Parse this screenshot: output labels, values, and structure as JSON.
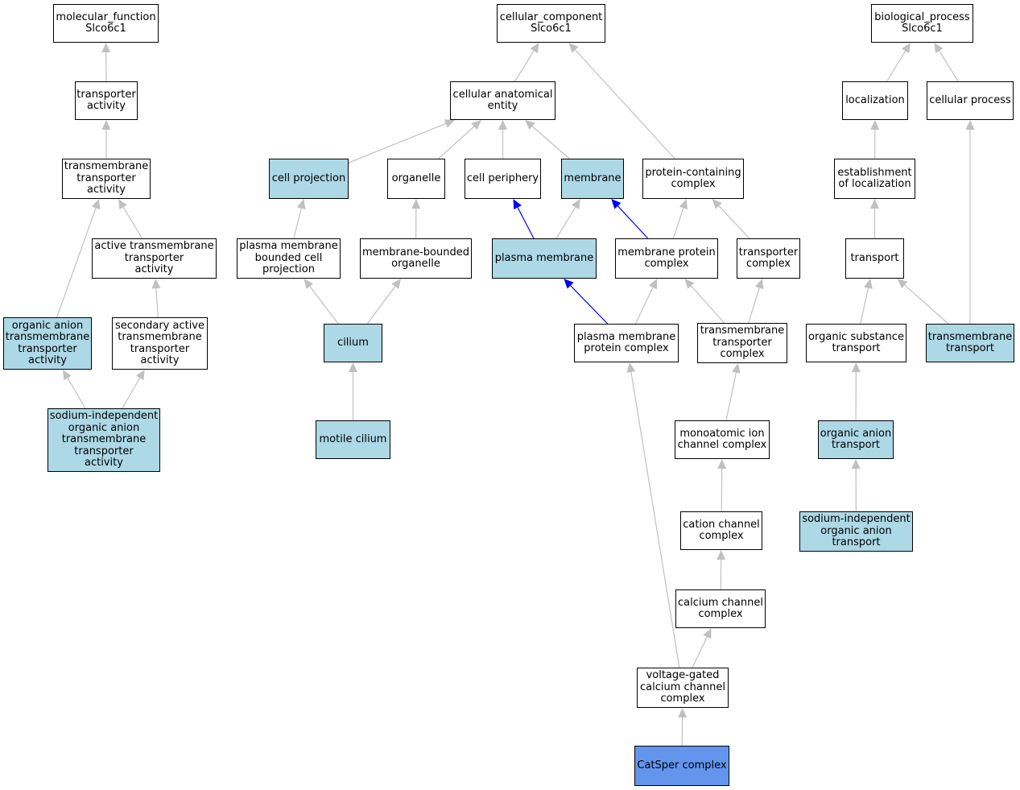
{
  "colors": {
    "highlight": "#add8e6",
    "selected": "#6495ed",
    "edge_default": "#c0c0c0",
    "edge_path": "#0000ff"
  },
  "nodes": [
    {
      "id": "mf",
      "label": "molecular_function\nSlco6c1",
      "style": "plain"
    },
    {
      "id": "ta",
      "label": "transporter\nactivity",
      "style": "plain"
    },
    {
      "id": "tmta",
      "label": "transmembrane\ntransporter\nactivity",
      "style": "plain"
    },
    {
      "id": "atta",
      "label": "active transmembrane\ntransporter\nactivity",
      "style": "plain"
    },
    {
      "id": "oata",
      "label": "organic anion\ntransmembrane\ntransporter\nactivity",
      "style": "light"
    },
    {
      "id": "sata",
      "label": "secondary active\ntransmembrane\ntransporter\nactivity",
      "style": "plain"
    },
    {
      "id": "sioa",
      "label": "sodium-independent\norganic anion\ntransmembrane\ntransporter\nactivity",
      "style": "light"
    },
    {
      "id": "cc",
      "label": "cellular_component\nSlco6c1",
      "style": "plain"
    },
    {
      "id": "cae",
      "label": "cellular anatomical\nentity",
      "style": "plain"
    },
    {
      "id": "cp",
      "label": "cell projection",
      "style": "light"
    },
    {
      "id": "org",
      "label": "organelle",
      "style": "plain"
    },
    {
      "id": "cper",
      "label": "cell periphery",
      "style": "plain"
    },
    {
      "id": "mem",
      "label": "membrane",
      "style": "light"
    },
    {
      "id": "pcc",
      "label": "protein-containing\ncomplex",
      "style": "plain"
    },
    {
      "id": "pmbcp",
      "label": "plasma membrane\nbounded cell\nprojection",
      "style": "plain"
    },
    {
      "id": "mbo",
      "label": "membrane-bounded\norganelle",
      "style": "plain"
    },
    {
      "id": "pm",
      "label": "plasma membrane",
      "style": "light"
    },
    {
      "id": "mpc",
      "label": "membrane protein\ncomplex",
      "style": "plain"
    },
    {
      "id": "tc",
      "label": "transporter\ncomplex",
      "style": "plain"
    },
    {
      "id": "cil",
      "label": "cilium",
      "style": "light"
    },
    {
      "id": "pmpc",
      "label": "plasma membrane\nprotein complex",
      "style": "plain"
    },
    {
      "id": "tmtc",
      "label": "transmembrane\ntransporter\ncomplex",
      "style": "plain"
    },
    {
      "id": "mcil",
      "label": "motile cilium",
      "style": "light"
    },
    {
      "id": "mich",
      "label": "monoatomic ion\nchannel complex",
      "style": "plain"
    },
    {
      "id": "catc",
      "label": "cation channel\ncomplex",
      "style": "plain"
    },
    {
      "id": "calc",
      "label": "calcium channel\ncomplex",
      "style": "plain"
    },
    {
      "id": "vgcc",
      "label": "voltage-gated\ncalcium channel\ncomplex",
      "style": "plain"
    },
    {
      "id": "csc",
      "label": "CatSper complex",
      "style": "strong"
    },
    {
      "id": "bp",
      "label": "biological_process\nSlco6c1",
      "style": "plain"
    },
    {
      "id": "loc",
      "label": "localization",
      "style": "plain"
    },
    {
      "id": "cpr",
      "label": "cellular process",
      "style": "plain"
    },
    {
      "id": "eol",
      "label": "establishment\nof localization",
      "style": "plain"
    },
    {
      "id": "tr",
      "label": "transport",
      "style": "plain"
    },
    {
      "id": "ost",
      "label": "organic substance\ntransport",
      "style": "plain"
    },
    {
      "id": "tmt",
      "label": "transmembrane\ntransport",
      "style": "light"
    },
    {
      "id": "oat",
      "label": "organic anion\ntransport",
      "style": "light"
    },
    {
      "id": "sioat",
      "label": "sodium-independent\norganic anion\ntransport",
      "style": "light"
    }
  ],
  "edges": [
    {
      "from": "ta",
      "to": "mf",
      "path": false
    },
    {
      "from": "tmta",
      "to": "ta",
      "path": false
    },
    {
      "from": "oata",
      "to": "tmta",
      "path": false
    },
    {
      "from": "atta",
      "to": "tmta",
      "path": false
    },
    {
      "from": "sata",
      "to": "atta",
      "path": false
    },
    {
      "from": "sioa",
      "to": "oata",
      "path": false
    },
    {
      "from": "sioa",
      "to": "sata",
      "path": false
    },
    {
      "from": "cae",
      "to": "cc",
      "path": false
    },
    {
      "from": "pcc",
      "to": "cc",
      "path": false
    },
    {
      "from": "cp",
      "to": "cae",
      "path": false
    },
    {
      "from": "org",
      "to": "cae",
      "path": false
    },
    {
      "from": "cper",
      "to": "cae",
      "path": false
    },
    {
      "from": "mem",
      "to": "cae",
      "path": false
    },
    {
      "from": "pmbcp",
      "to": "cp",
      "path": false
    },
    {
      "from": "mbo",
      "to": "org",
      "path": false
    },
    {
      "from": "pm",
      "to": "cper",
      "path": true
    },
    {
      "from": "pm",
      "to": "mem",
      "path": false
    },
    {
      "from": "mpc",
      "to": "mem",
      "path": true
    },
    {
      "from": "mpc",
      "to": "pcc",
      "path": false
    },
    {
      "from": "tc",
      "to": "pcc",
      "path": false
    },
    {
      "from": "cil",
      "to": "pmbcp",
      "path": false
    },
    {
      "from": "cil",
      "to": "mbo",
      "path": false
    },
    {
      "from": "pmpc",
      "to": "pm",
      "path": true
    },
    {
      "from": "pmpc",
      "to": "mpc",
      "path": false
    },
    {
      "from": "tmtc",
      "to": "mpc",
      "path": false
    },
    {
      "from": "tmtc",
      "to": "tc",
      "path": false
    },
    {
      "from": "mcil",
      "to": "cil",
      "path": false
    },
    {
      "from": "mich",
      "to": "tmtc",
      "path": false
    },
    {
      "from": "catc",
      "to": "mich",
      "path": false
    },
    {
      "from": "calc",
      "to": "catc",
      "path": false
    },
    {
      "from": "vgcc",
      "to": "calc",
      "path": false
    },
    {
      "from": "vgcc",
      "to": "pmpc",
      "path": false
    },
    {
      "from": "csc",
      "to": "vgcc",
      "path": false
    },
    {
      "from": "loc",
      "to": "bp",
      "path": false
    },
    {
      "from": "cpr",
      "to": "bp",
      "path": false
    },
    {
      "from": "eol",
      "to": "loc",
      "path": false
    },
    {
      "from": "tr",
      "to": "eol",
      "path": false
    },
    {
      "from": "ost",
      "to": "tr",
      "path": false
    },
    {
      "from": "tmt",
      "to": "tr",
      "path": false
    },
    {
      "from": "tmt",
      "to": "cpr",
      "path": false
    },
    {
      "from": "oat",
      "to": "ost",
      "path": false
    },
    {
      "from": "sioat",
      "to": "oat",
      "path": false
    }
  ]
}
